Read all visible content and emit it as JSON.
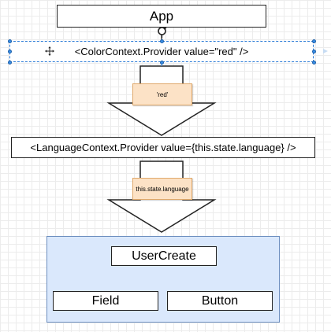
{
  "diagram": {
    "app": "App",
    "color_provider": "<ColorContext.Provider value=\"red\" />",
    "note_red": "'red'",
    "language_provider": "<LanguageContext.Provider value={this.state.language} />",
    "note_language": "this.state.language",
    "user_create": "UserCreate",
    "field": "Field",
    "button": "Button"
  },
  "colors": {
    "note_fill": "#fce2c6",
    "container_fill": "#dae8fc",
    "selection": "#3a8ee6"
  },
  "icons": [
    "move-icon",
    "rotate-icon"
  ]
}
